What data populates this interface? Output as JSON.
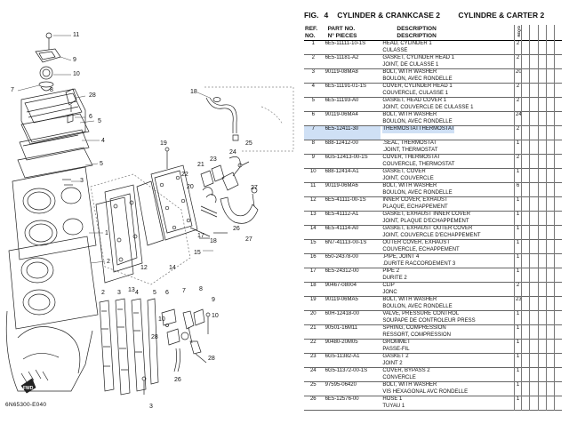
{
  "figure": {
    "label": "FIG.",
    "number": "4",
    "title_en": "CYLINDER & CRANKCASE 2",
    "title_fr": "CYLINDRE & CARTER 2"
  },
  "table_header": {
    "ref_line1": "REF.",
    "ref_line2": "NO.",
    "part_line1": "PART NO.",
    "part_line2": "N° PIECES",
    "desc_line1": "DESCRIPTION",
    "desc_line2": "DESCRIPTION",
    "qty": "REQ'D"
  },
  "parts": [
    {
      "ref": "1",
      "part": "6E5-11111-10-1S",
      "desc1": "HEAD, CYLINDER 1",
      "desc2": "CULASSE",
      "qty": "2",
      "hl": false
    },
    {
      "ref": "2",
      "part": "6E5-11181-A2",
      "desc1": "GASKET, CYLINDER HEAD 1",
      "desc2": "JOINT, DE CULASSE 1",
      "qty": "2",
      "hl": false
    },
    {
      "ref": "3",
      "part": "90119-08MA8",
      "desc1": "BOLT, WITH WASHER",
      "desc2": "BOULON, AVEC RONDELLE",
      "qty": "20",
      "hl": false
    },
    {
      "ref": "4",
      "part": "6E5-11191-01-1S",
      "desc1": "COVER, CYLINDER HEAD 1",
      "desc2": "COUVERCLE, CULASSE 1",
      "qty": "2",
      "hl": false
    },
    {
      "ref": "5",
      "part": "6E5-11193-A0",
      "desc1": "GASKET, HEAD COVER 1",
      "desc2": "JOINT, COUVERCLE DE CULASSE 1",
      "qty": "2",
      "hl": false
    },
    {
      "ref": "6",
      "part": "90119-06MA4",
      "desc1": "BOLT, WITH WASHER",
      "desc2": "BOULON, AVEC RONDELLE",
      "qty": "24",
      "hl": false
    },
    {
      "ref": "7",
      "part": "6E5-12411-30",
      "desc1": "THERMOSTAT",
      "desc2": "THERMOSTAT",
      "qty": "2",
      "hl": true
    },
    {
      "ref": "8",
      "part": "688-12412-00",
      "desc1": ".SEAL, THERMOSTAT",
      "desc2": ".JOINT, THERMOSTAT",
      "qty": "1",
      "hl": false
    },
    {
      "ref": "9",
      "part": "6G5-12413-00-1S",
      "desc1": "COVER, THERMOSTAT",
      "desc2": "COUVERCLE, THERMOSTAT",
      "qty": "2",
      "hl": false
    },
    {
      "ref": "10",
      "part": "688-12414-A1",
      "desc1": "GASKET, COVER",
      "desc2": "JOINT, COUVERCLE",
      "qty": "1",
      "hl": false
    },
    {
      "ref": "11",
      "part": "90119-06MA6",
      "desc1": "BOLT, WITH WASHER",
      "desc2": "BOULON, AVEC RONDELLE",
      "qty": "6",
      "hl": false
    },
    {
      "ref": "12",
      "part": "6E5-41111-00-1S",
      "desc1": "INNER COVER, EXHAUST",
      "desc2": "PLAQUE, ECHAPPEMENT",
      "qty": "1",
      "hl": false
    },
    {
      "ref": "13",
      "part": "6E5-41112-A1",
      "desc1": "GASKET, EXHAUST INNER COVER",
      "desc2": "JOINT, PLAQUE D'ECHAPPEMENT",
      "qty": "1",
      "hl": false
    },
    {
      "ref": "14",
      "part": "6E5-41114-A0",
      "desc1": "GASKET, EXHAUST OUTER COVER",
      "desc2": "JOINT, COUVERCLE D'ECHAPPEMENT",
      "qty": "1",
      "hl": false
    },
    {
      "ref": "15",
      "part": "6N7-41113-00-1S",
      "desc1": "OUTER COVER, EXHAUST",
      "desc2": "COUVERCLE, ECHAPPEMENT",
      "qty": "1",
      "hl": false
    },
    {
      "ref": "16",
      "part": "650-24378-00",
      "desc1": ".PIPE, JOINT 4",
      "desc2": ".DURITE RACCORDEMENT 3",
      "qty": "1",
      "hl": false
    },
    {
      "ref": "17",
      "part": "6E5-24312-00",
      "desc1": "PIPE 2",
      "desc2": "DURITE 2",
      "qty": "1",
      "hl": false
    },
    {
      "ref": "18",
      "part": "90467-08004",
      "desc1": "CLIP",
      "desc2": "JONC",
      "qty": "2",
      "hl": false
    },
    {
      "ref": "19",
      "part": "90119-06MA5",
      "desc1": "BOLT, WITH WASHER",
      "desc2": "BOULON, AVEC RONDELLE",
      "qty": "23",
      "hl": false
    },
    {
      "ref": "20",
      "part": "60H-12418-00",
      "desc1": "VALVE, PRESSURE CONTROL",
      "desc2": "SOUPAPE DE CONTROLEUR PRESS",
      "qty": "1",
      "hl": false
    },
    {
      "ref": "21",
      "part": "90501-16M11",
      "desc1": "SPRING, COMPRESSION",
      "desc2": "RESSORT, COMPRESSION",
      "qty": "1",
      "hl": false
    },
    {
      "ref": "22",
      "part": "90480-20M05",
      "desc1": "GROMMET",
      "desc2": "PASSE-FIL",
      "qty": "1",
      "hl": false
    },
    {
      "ref": "23",
      "part": "6G5-11382-A1",
      "desc1": "GASKET 2",
      "desc2": "JOINT 2",
      "qty": "1",
      "hl": false
    },
    {
      "ref": "24",
      "part": "6G5-11372-00-1S",
      "desc1": "COVER, BYPASS 2",
      "desc2": "CONVERCLE",
      "qty": "1",
      "hl": false
    },
    {
      "ref": "25",
      "part": "97595-06420",
      "desc1": "BOLT, WITH WASHER",
      "desc2": "VIS HEXAGONAL AVC RONDELLE",
      "qty": "1",
      "hl": false
    },
    {
      "ref": "26",
      "part": "6E5-12576-00",
      "desc1": "HOSE 1",
      "desc2": "TUYAU 1",
      "qty": "1",
      "hl": false
    }
  ],
  "diagram": {
    "code": "6N65300-E040",
    "callouts": [
      "11",
      "9",
      "10",
      "7",
      "8",
      "28",
      "6",
      "5",
      "4",
      "3",
      "5",
      "1",
      "2",
      "18",
      "19",
      "22",
      "21",
      "23",
      "20",
      "24",
      "25",
      "27",
      "26",
      "27",
      "17",
      "18",
      "15",
      "14",
      "12",
      "13",
      "2",
      "3",
      "4",
      "5",
      "6",
      "7",
      "8",
      "9",
      "10",
      "10",
      "28",
      "26",
      "28",
      "3"
    ],
    "fwd_label": "FWD"
  }
}
